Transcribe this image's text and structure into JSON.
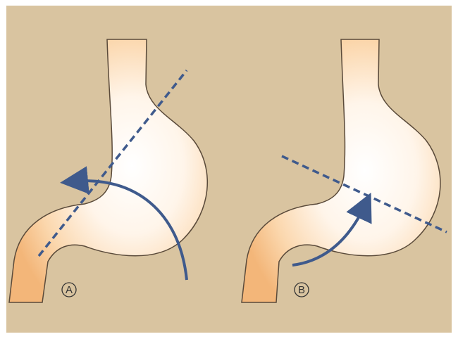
{
  "figure": {
    "background_color": "#d9c4a0",
    "frame_color": "#ffffff",
    "organ_edge_color": "#5a4a3a",
    "organ_fill_light": "#fffaf3",
    "organ_fill_warm": "#f6c28a",
    "line_color": "#3f5a8c",
    "arrow_color": "#3f5a8c",
    "panels": [
      {
        "id": "A",
        "label": "A"
      },
      {
        "id": "B",
        "label": "B"
      }
    ]
  }
}
